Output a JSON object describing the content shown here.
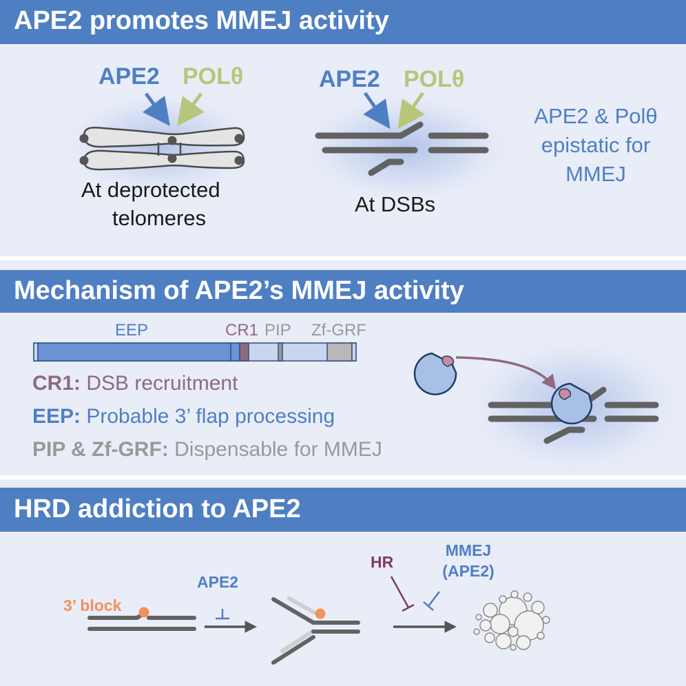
{
  "section1": {
    "title": "APE2 promotes MMEJ activity",
    "telomere": {
      "ape2_label": "APE2",
      "pol_label": "POLθ",
      "caption_line1": "At deprotected",
      "caption_line2": "telomeres"
    },
    "dsb": {
      "ape2_label": "APE2",
      "pol_label": "POLθ",
      "caption": "At DSBs"
    },
    "epistatic": {
      "line1": "APE2 & Polθ",
      "line2": "epistatic for",
      "line3": "MMEJ"
    }
  },
  "section2": {
    "title": "Mechanism of APE2’s MMEJ activity",
    "domains": {
      "eep": "EEP",
      "cr1": "CR1",
      "pip": "PIP",
      "zfgrf": "Zf-GRF"
    },
    "legend": [
      {
        "key": "CR1:",
        "desc": "DSB recruitment"
      },
      {
        "key": "EEP:",
        "desc": "Probable 3’ flap processing"
      },
      {
        "key": "PIP & Zf-GRF:",
        "desc": "Dispensable for MMEJ"
      }
    ]
  },
  "section3": {
    "title": "HRD addiction to APE2",
    "block_label": "3’ block",
    "ape2_label": "APE2",
    "hr_label": "HR",
    "mmej_line1": "MMEJ",
    "mmej_line2": "(APE2)"
  },
  "colors": {
    "header": "#4f7fc3",
    "panel": "#e9edf8",
    "ape2": "#4f7fc3",
    "pol": "#b7c67a",
    "cr1": "#8f6a7f",
    "pip_grey": "#999999",
    "block": "#f4915a",
    "hr": "#7e3a66",
    "dna": "#626262"
  }
}
